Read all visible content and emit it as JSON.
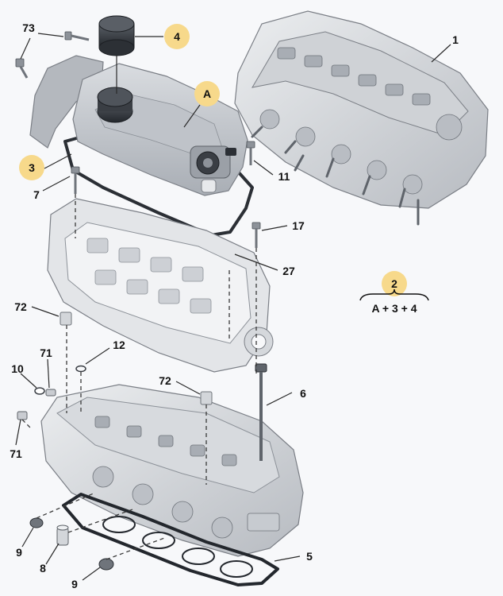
{
  "callouts": {
    "c73": "73",
    "c4": "4",
    "cA": "A",
    "c1": "1",
    "c3": "3",
    "c7": "7",
    "c11": "11",
    "c17": "17",
    "c27": "27",
    "c72a": "72",
    "c12": "12",
    "c71a": "71",
    "c10": "10",
    "c72b": "72",
    "c6": "6",
    "c71b": "71",
    "c9a": "9",
    "c8": "8",
    "c9b": "9",
    "c5": "5",
    "c2": "2"
  },
  "formula": "A + 3 + 4",
  "colors": {
    "highlight": "#f7d98b",
    "metal": "#c9ccd1",
    "metal_light": "#e3e5e8",
    "metal_dark": "#8d9299",
    "gasket": "#2b2f35",
    "cap": "#3a3e44"
  }
}
